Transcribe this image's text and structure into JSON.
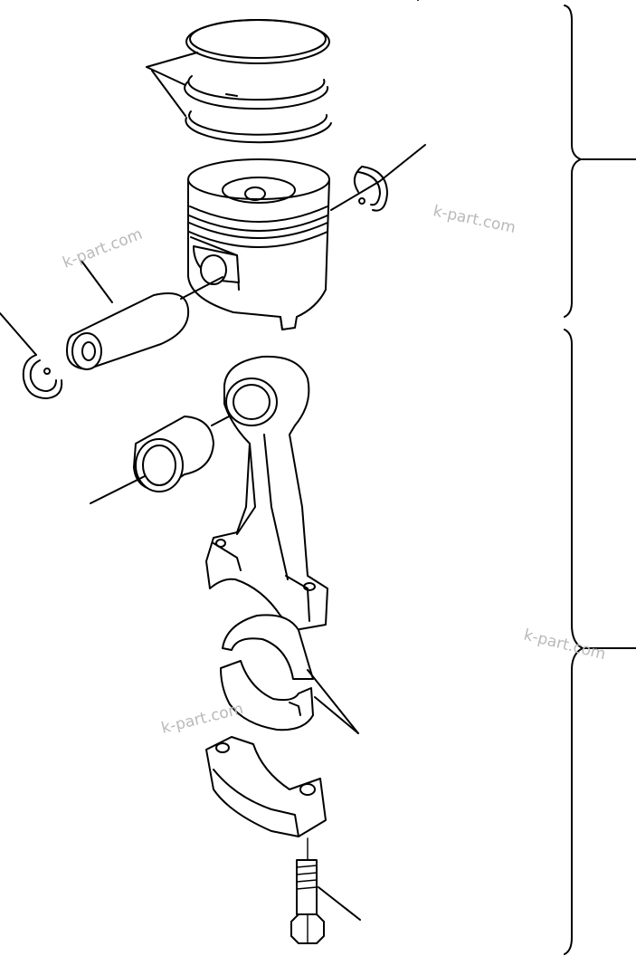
{
  "watermark": {
    "text_1": "k-part.com",
    "text_2": "k-part.com",
    "text_3": "k-part.com",
    "text_4": "k-part.com"
  },
  "colors": {
    "line": "#000000",
    "background": "#ffffff",
    "watermark": "#b9b9b9"
  }
}
